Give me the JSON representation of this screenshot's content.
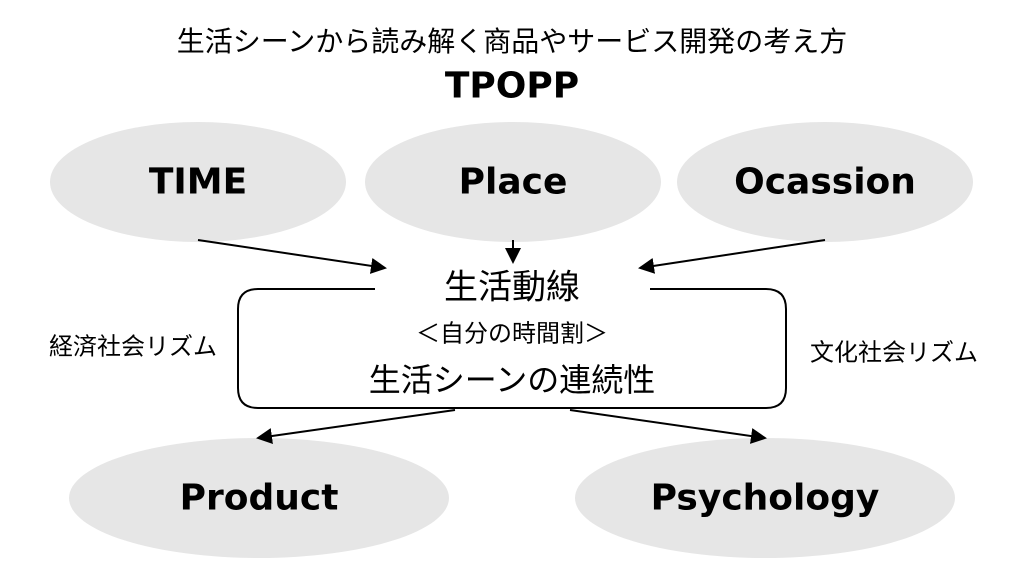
{
  "title": "生活シーンから読み解く商品やサービス開発の考え方",
  "subtitle": "TPOPP",
  "top_nodes": [
    "TIME",
    "Place",
    "Ocassion"
  ],
  "bottom_nodes": [
    "Product",
    "Psychology"
  ],
  "center": {
    "heading": "生活動線",
    "sub": "＜自分の時間割＞",
    "main": "生活シーンの連続性"
  },
  "left_label": "経済社会リズム",
  "right_label": "文化社会リズム",
  "colors": {
    "ellipse": "#e6e6e6",
    "line": "#000000"
  }
}
